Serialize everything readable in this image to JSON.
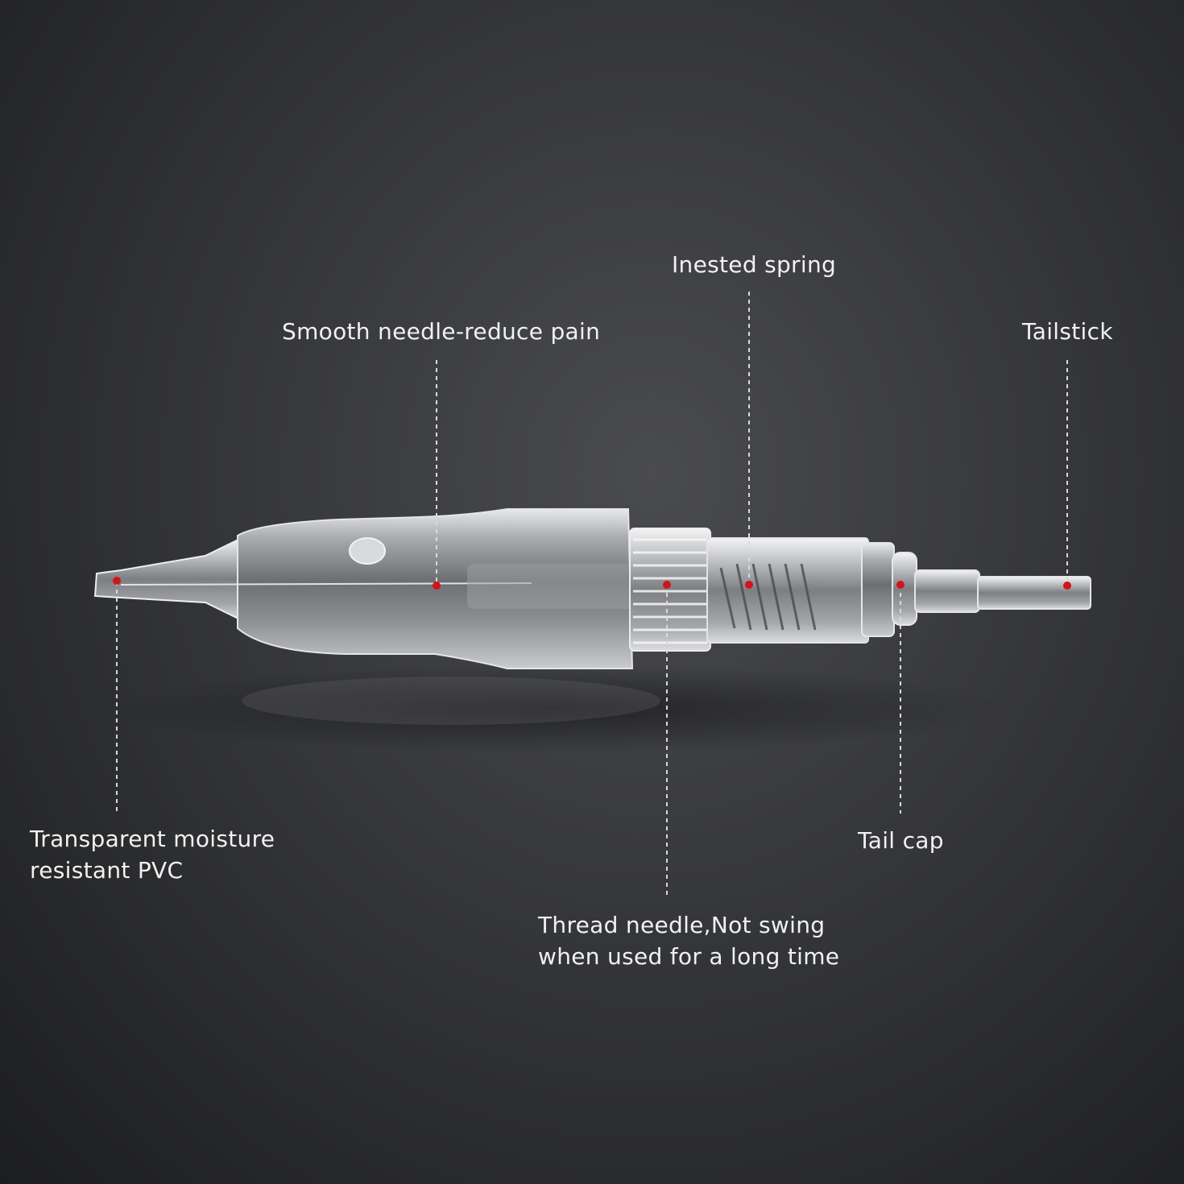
{
  "product": {
    "name": "cartridge-needle",
    "marker_color": "#d0141a",
    "leader_line_color": "#d9d9d9"
  },
  "callouts": {
    "inested_spring": {
      "lines": [
        "Inested spring"
      ]
    },
    "smooth_needle": {
      "lines": [
        "Smooth needle-reduce pain"
      ]
    },
    "tailstick": {
      "lines": [
        "Tailstick"
      ]
    },
    "transparent_pvc": {
      "lines": [
        "Transparent moisture",
        "resistant PVC"
      ]
    },
    "tail_cap": {
      "lines": [
        "Tail cap"
      ]
    },
    "thread_needle": {
      "lines": [
        "Thread needle,Not swing",
        "when used for a long time"
      ]
    }
  }
}
